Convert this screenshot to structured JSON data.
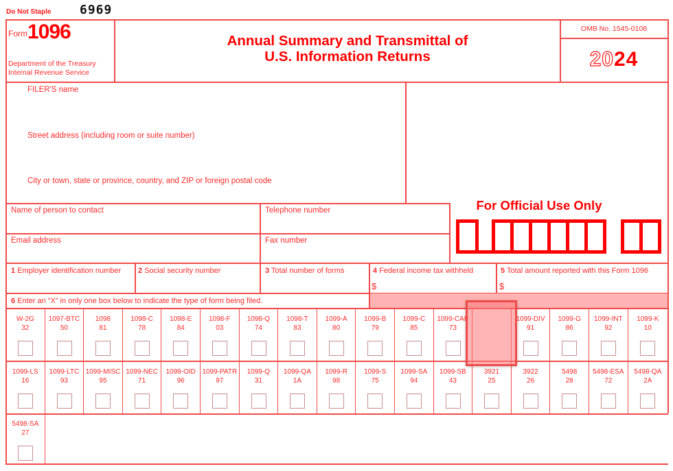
{
  "header": {
    "do_not_staple": "Do Not Staple",
    "form_code": "6969",
    "form_word": "Form",
    "form_number": "1096",
    "department_line1": "Department of the Treasury",
    "department_line2": "Internal Revenue Service",
    "title_line1": "Annual Summary and Transmittal of",
    "title_line2": "U.S. Information Returns",
    "omb": "OMB No. 1545-0108",
    "year_outline": "20",
    "year_solid": "24"
  },
  "filer": {
    "name_label": "FILER'S name",
    "street_label": "Street address (including room or suite number)",
    "city_label": "City or town, state or province, country, and ZIP or foreign postal code"
  },
  "contact": {
    "name_label": "Name of person to contact",
    "telephone_label": "Telephone number",
    "email_label": "Email address",
    "fax_label": "Fax number"
  },
  "official_use": {
    "label": "For Official Use Only"
  },
  "boxes": {
    "box1_num": "1",
    "box1_label": "Employer identification number",
    "box2_num": "2",
    "box2_label": "Social security number",
    "box3_num": "3",
    "box3_label": "Total number of forms",
    "box4_num": "4",
    "box4_label": "Federal income tax withheld",
    "box4_currency": "$",
    "box5_num": "5",
    "box5_label": "Total amount reported with this Form 1096",
    "box5_currency": "$",
    "box6_num": "6",
    "box6_label": "Enter an “X” in only one box below to indicate the type of form being filed."
  },
  "form_types": {
    "row1": [
      {
        "name": "W-2G",
        "code": "32"
      },
      {
        "name": "1097-BTC",
        "code": "50"
      },
      {
        "name": "1098",
        "code": "81"
      },
      {
        "name": "1098-C",
        "code": "78"
      },
      {
        "name": "1098-E",
        "code": "84"
      },
      {
        "name": "1098-F",
        "code": "03"
      },
      {
        "name": "1098-Q",
        "code": "74"
      },
      {
        "name": "1098-T",
        "code": "83"
      },
      {
        "name": "1099-A",
        "code": "80"
      },
      {
        "name": "1099-B",
        "code": "79"
      },
      {
        "name": "1099-C",
        "code": "85"
      },
      {
        "name": "1099-CAP",
        "code": "73"
      },
      {
        "name": "",
        "code": ""
      },
      {
        "name": "1099-DIV",
        "code": "91"
      },
      {
        "name": "1099-G",
        "code": "86"
      },
      {
        "name": "1099-INT",
        "code": "92"
      },
      {
        "name": "1099-K",
        "code": "10"
      }
    ],
    "row2": [
      {
        "name": "1099-LS",
        "code": "16"
      },
      {
        "name": "1099-LTC",
        "code": "93"
      },
      {
        "name": "1099-MISC",
        "code": "95"
      },
      {
        "name": "1099-NEC",
        "code": "71"
      },
      {
        "name": "1099-OID",
        "code": "96"
      },
      {
        "name": "1099-PATR",
        "code": "97"
      },
      {
        "name": "1099-Q",
        "code": "31"
      },
      {
        "name": "1099-QA",
        "code": "1A"
      },
      {
        "name": "1099-R",
        "code": "98"
      },
      {
        "name": "1099-S",
        "code": "75"
      },
      {
        "name": "1099-SA",
        "code": "94"
      },
      {
        "name": "1099-SB",
        "code": "43"
      },
      {
        "name": "3921",
        "code": "25"
      },
      {
        "name": "3922",
        "code": "26"
      },
      {
        "name": "5498",
        "code": "28"
      },
      {
        "name": "5498-ESA",
        "code": "72"
      },
      {
        "name": "5498-QA",
        "code": "2A"
      }
    ],
    "row3": [
      {
        "name": "5498-SA",
        "code": "27"
      }
    ]
  },
  "colors": {
    "form_red": "#ff2a2a",
    "line_red": "#f24a4a",
    "shade": "#ffb3b3",
    "highlight": "#ef4a4a"
  }
}
